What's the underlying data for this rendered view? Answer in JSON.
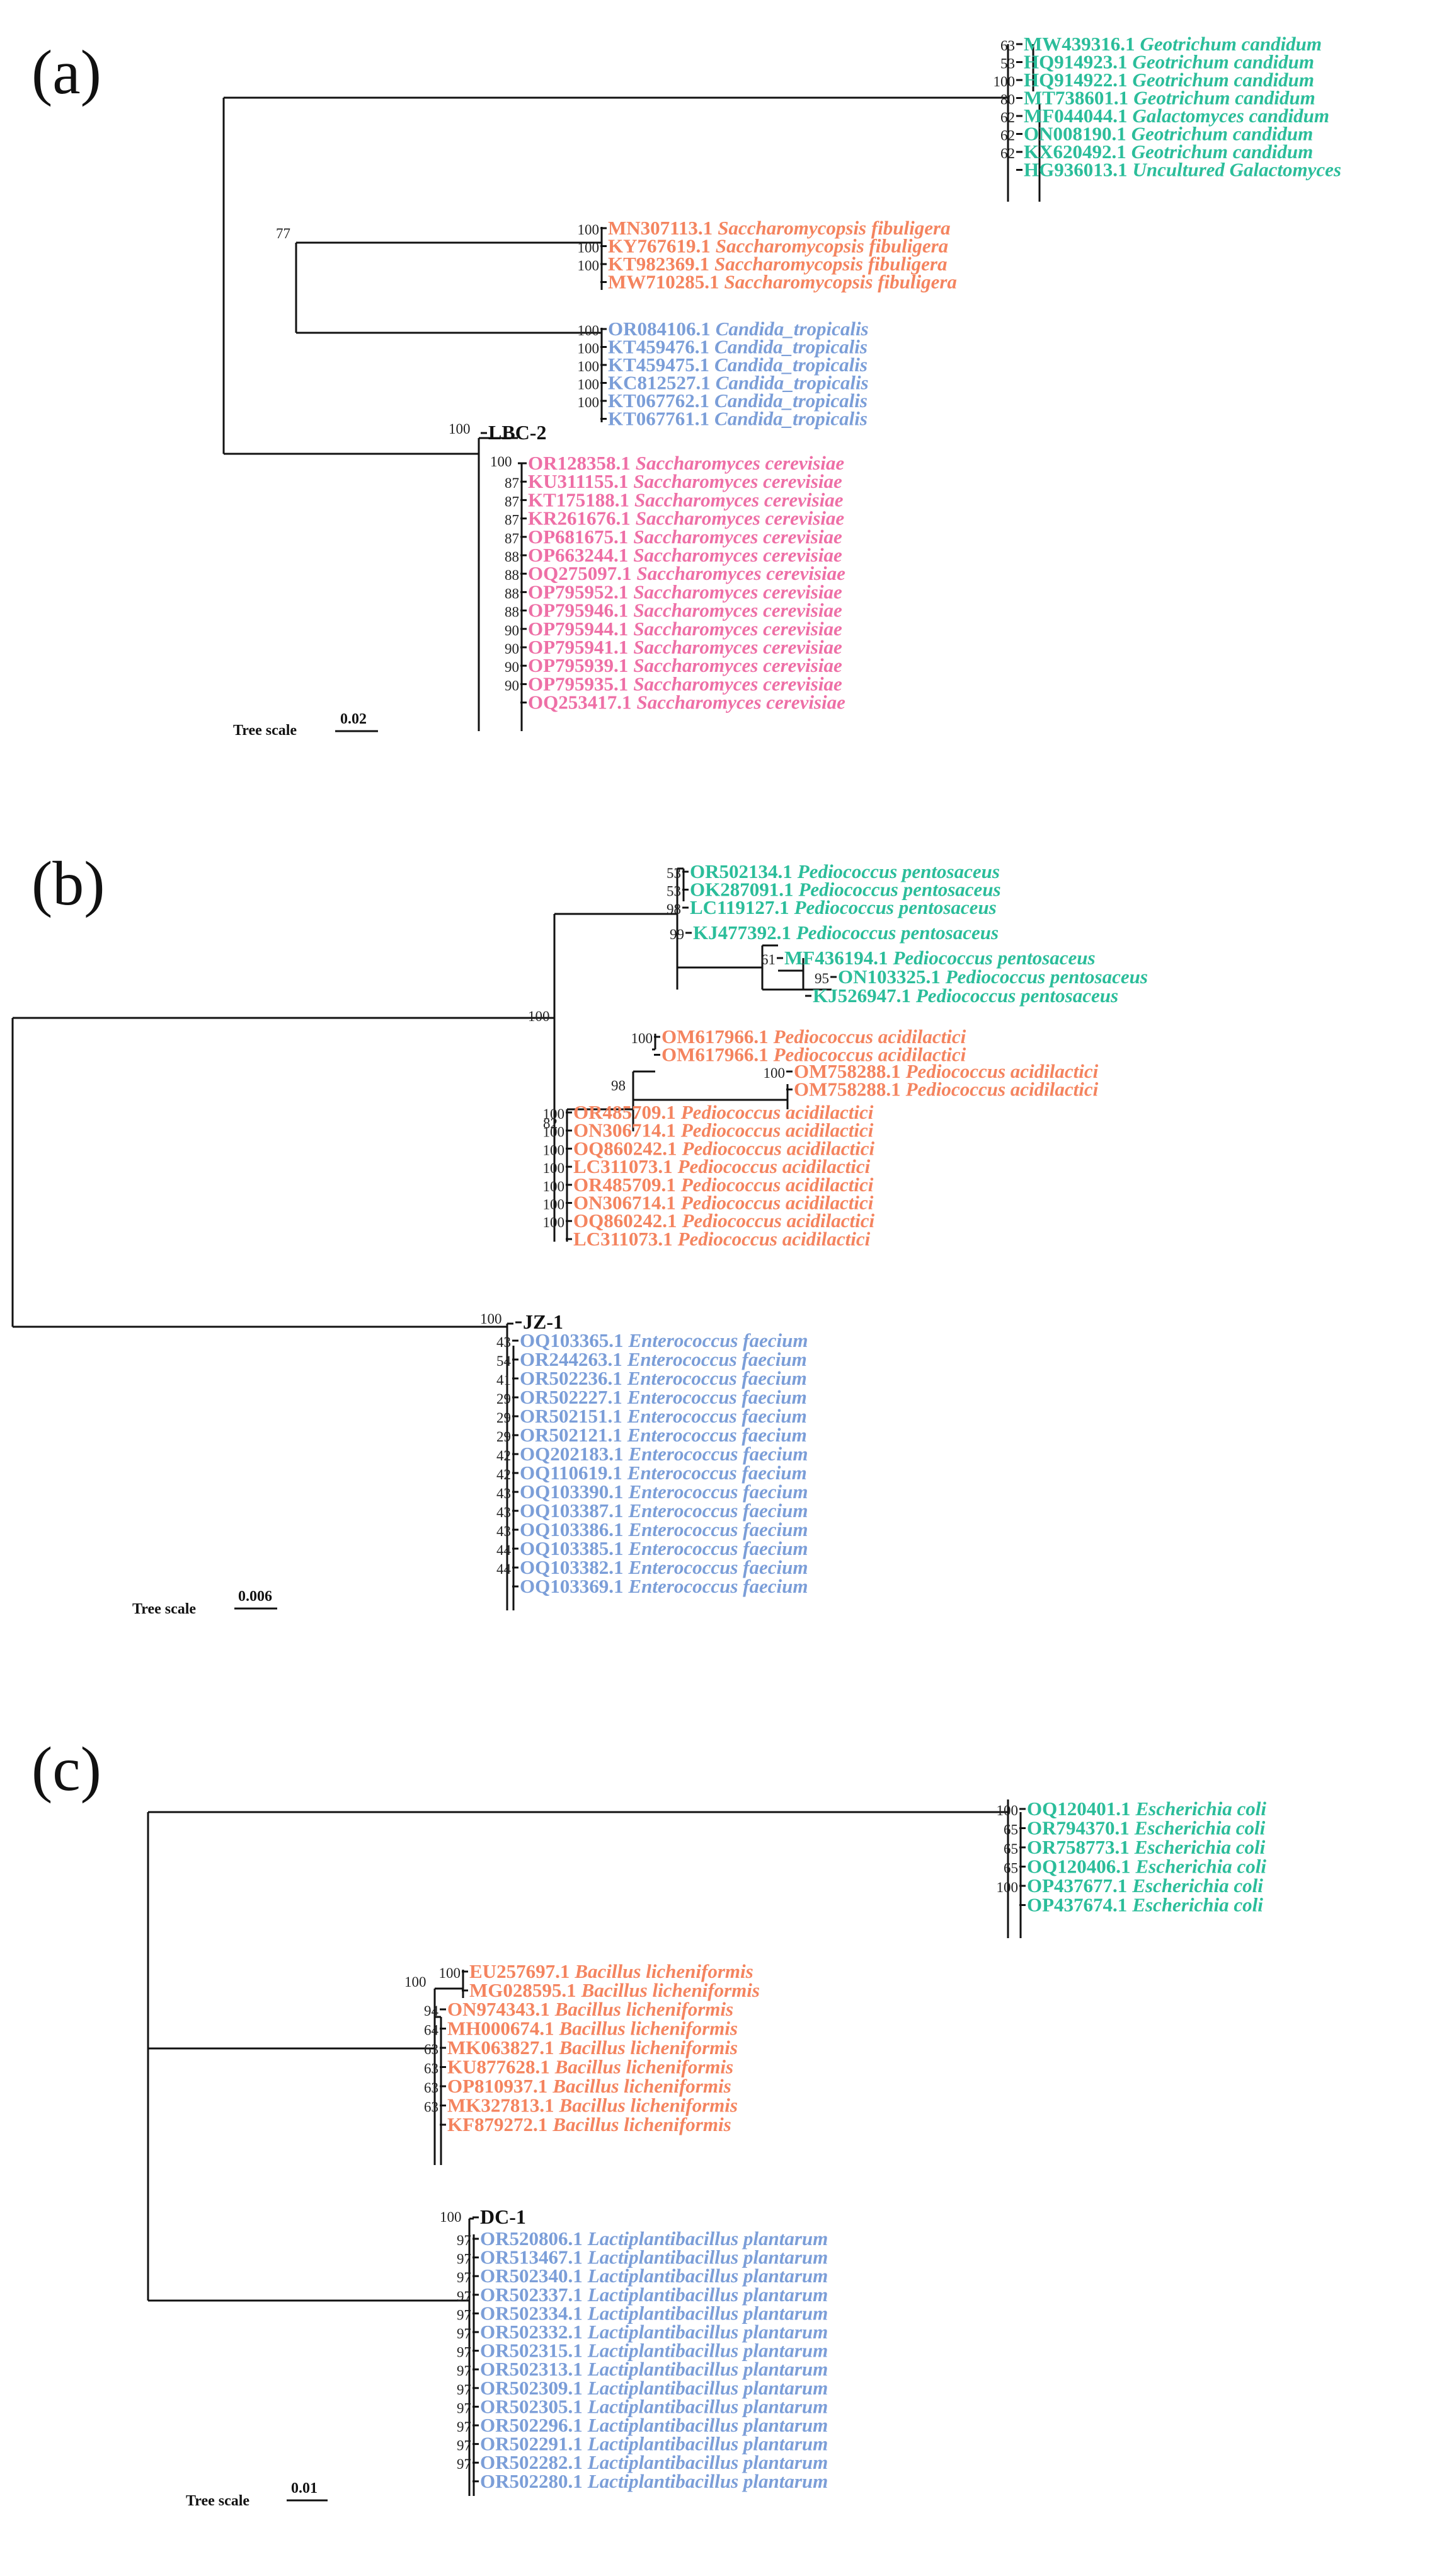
{
  "colors": {
    "teal": "#2bbd9a",
    "orange": "#f4845f",
    "blue": "#7b9ed8",
    "pink": "#ee6fa6",
    "black": "#111111"
  },
  "panels": [
    {
      "label": "(a)",
      "scale": {
        "title": "Tree scale",
        "value": "0.02"
      },
      "internal_support": [
        {
          "node": "candida_clade_root",
          "value": "77"
        },
        {
          "node": "lbc2_root",
          "value": "100"
        },
        {
          "node": "scer_root",
          "value": "100"
        }
      ],
      "leaves": [
        {
          "acc": "MW439316.1",
          "species": "Geotrichum candidum",
          "color": "#2bbd9a",
          "support": "63"
        },
        {
          "acc": "HQ914923.1",
          "species": "Geotrichum candidum",
          "color": "#2bbd9a",
          "support": "53"
        },
        {
          "acc": "HQ914922.1",
          "species": "Geotrichum candidum",
          "color": "#2bbd9a",
          "support": "100"
        },
        {
          "acc": "MT738601.1",
          "species": "Geotrichum candidum",
          "color": "#2bbd9a",
          "support": "80"
        },
        {
          "acc": "MF044044.1",
          "species": "Galactomyces candidum",
          "color": "#2bbd9a",
          "support": "62"
        },
        {
          "acc": "ON008190.1",
          "species": "Geotrichum candidum",
          "color": "#2bbd9a",
          "support": "62"
        },
        {
          "acc": "KX620492.1",
          "species": "Geotrichum candidum",
          "color": "#2bbd9a",
          "support": "62"
        },
        {
          "acc": "HG936013.1",
          "species": "Uncultured Galactomyces",
          "color": "#2bbd9a",
          "support": ""
        },
        {
          "acc": "MN307113.1",
          "species": "Saccharomycopsis fibuligera",
          "color": "#f4845f",
          "support": "100"
        },
        {
          "acc": "KY767619.1",
          "species": "Saccharomycopsis fibuligera",
          "color": "#f4845f",
          "support": "100"
        },
        {
          "acc": "KT982369.1",
          "species": "Saccharomycopsis fibuligera",
          "color": "#f4845f",
          "support": "100"
        },
        {
          "acc": "MW710285.1",
          "species": "Saccharomycopsis fibuligera",
          "color": "#f4845f",
          "support": ""
        },
        {
          "acc": "OR084106.1",
          "species": "Candida_tropicalis",
          "color": "#7b9ed8",
          "support": "100"
        },
        {
          "acc": "KT459476.1",
          "species": "Candida_tropicalis",
          "color": "#7b9ed8",
          "support": "100"
        },
        {
          "acc": "KT459475.1",
          "species": "Candida_tropicalis",
          "color": "#7b9ed8",
          "support": "100"
        },
        {
          "acc": "KC812527.1",
          "species": "Candida_tropicalis",
          "color": "#7b9ed8",
          "support": "100"
        },
        {
          "acc": "KT067762.1",
          "species": "Candida_tropicalis",
          "color": "#7b9ed8",
          "support": "100"
        },
        {
          "acc": "KT067761.1",
          "species": "Candida_tropicalis",
          "color": "#7b9ed8",
          "support": ""
        },
        {
          "acc": "LBC-2",
          "species": "",
          "color": "#111111",
          "support": ""
        },
        {
          "acc": "OR128358.1",
          "species": "Saccharomyces cerevisiae",
          "color": "#ee6fa6",
          "support": ""
        },
        {
          "acc": "KU311155.1",
          "species": "Saccharomyces cerevisiae",
          "color": "#ee6fa6",
          "support": "87"
        },
        {
          "acc": "KT175188.1",
          "species": "Saccharomyces cerevisiae",
          "color": "#ee6fa6",
          "support": "87"
        },
        {
          "acc": "KR261676.1",
          "species": "Saccharomyces cerevisiae",
          "color": "#ee6fa6",
          "support": "87"
        },
        {
          "acc": "OP681675.1",
          "species": "Saccharomyces cerevisiae",
          "color": "#ee6fa6",
          "support": "87"
        },
        {
          "acc": "OP663244.1",
          "species": "Saccharomyces cerevisiae",
          "color": "#ee6fa6",
          "support": "88"
        },
        {
          "acc": "OQ275097.1",
          "species": "Saccharomyces cerevisiae",
          "color": "#ee6fa6",
          "support": "88"
        },
        {
          "acc": "OP795952.1",
          "species": "Saccharomyces cerevisiae",
          "color": "#ee6fa6",
          "support": "88"
        },
        {
          "acc": "OP795946.1",
          "species": "Saccharomyces cerevisiae",
          "color": "#ee6fa6",
          "support": "88"
        },
        {
          "acc": "OP795944.1",
          "species": "Saccharomyces cerevisiae",
          "color": "#ee6fa6",
          "support": "90"
        },
        {
          "acc": "OP795941.1",
          "species": "Saccharomyces cerevisiae",
          "color": "#ee6fa6",
          "support": "90"
        },
        {
          "acc": "OP795939.1",
          "species": "Saccharomyces cerevisiae",
          "color": "#ee6fa6",
          "support": "90"
        },
        {
          "acc": "OP795935.1",
          "species": "Saccharomyces cerevisiae",
          "color": "#ee6fa6",
          "support": "90"
        },
        {
          "acc": "OQ253417.1",
          "species": "Saccharomyces cerevisiae",
          "color": "#ee6fa6",
          "support": ""
        }
      ]
    },
    {
      "label": "(b)",
      "scale": {
        "title": "Tree scale",
        "value": "0.006"
      },
      "internal_support": [
        {
          "node": "pedio_root",
          "value": "100"
        },
        {
          "node": "acid_root",
          "value": "82"
        },
        {
          "node": "acid_sub",
          "value": "98"
        },
        {
          "node": "jz1_root",
          "value": "100"
        }
      ],
      "leaves": [
        {
          "acc": "OR502134.1",
          "species": "Pediococcus pentosaceus",
          "color": "#2bbd9a",
          "support": "53"
        },
        {
          "acc": "OK287091.1",
          "species": "Pediococcus pentosaceus",
          "color": "#2bbd9a",
          "support": "53"
        },
        {
          "acc": "LC119127.1",
          "species": "Pediococcus pentosaceus",
          "color": "#2bbd9a",
          "support": "98"
        },
        {
          "acc": "KJ477392.1",
          "species": "Pediococcus pentosaceus",
          "color": "#2bbd9a",
          "support": "99"
        },
        {
          "acc": "MF436194.1",
          "species": "Pediococcus pentosaceus",
          "color": "#2bbd9a",
          "support": "61"
        },
        {
          "acc": "ON103325.1",
          "species": "Pediococcus pentosaceus",
          "color": "#2bbd9a",
          "support": "95"
        },
        {
          "acc": "KJ526947.1",
          "species": "Pediococcus pentosaceus",
          "color": "#2bbd9a",
          "support": ""
        },
        {
          "acc": "OM617966.1",
          "species": "Pediococcus acidilactici",
          "color": "#f4845f",
          "support": "100"
        },
        {
          "acc": "OM617966.1",
          "species": "Pediococcus acidilactici",
          "color": "#f4845f",
          "support": ""
        },
        {
          "acc": "OM758288.1",
          "species": "Pediococcus acidilactici",
          "color": "#f4845f",
          "support": "100"
        },
        {
          "acc": "OM758288.1",
          "species": "Pediococcus acidilactici",
          "color": "#f4845f",
          "support": ""
        },
        {
          "acc": "OR485709.1",
          "species": "Pediococcus acidilactici",
          "color": "#f4845f",
          "support": "100"
        },
        {
          "acc": "ON306714.1",
          "species": "Pediococcus acidilactici",
          "color": "#f4845f",
          "support": "100"
        },
        {
          "acc": "OQ860242.1",
          "species": "Pediococcus acidilactici",
          "color": "#f4845f",
          "support": "100"
        },
        {
          "acc": "LC311073.1",
          "species": "Pediococcus acidilactici",
          "color": "#f4845f",
          "support": "100"
        },
        {
          "acc": "OR485709.1",
          "species": "Pediococcus acidilactici",
          "color": "#f4845f",
          "support": "100"
        },
        {
          "acc": "ON306714.1",
          "species": "Pediococcus acidilactici",
          "color": "#f4845f",
          "support": "100"
        },
        {
          "acc": "OQ860242.1",
          "species": "Pediococcus acidilactici",
          "color": "#f4845f",
          "support": "100"
        },
        {
          "acc": "LC311073.1",
          "species": "Pediococcus acidilactici",
          "color": "#f4845f",
          "support": ""
        },
        {
          "acc": "JZ-1",
          "species": "",
          "color": "#111111",
          "support": ""
        },
        {
          "acc": "OQ103365.1",
          "species": "Enterococcus faecium",
          "color": "#7b9ed8",
          "support": "43"
        },
        {
          "acc": "OR244263.1",
          "species": "Enterococcus faecium",
          "color": "#7b9ed8",
          "support": "54"
        },
        {
          "acc": "OR502236.1",
          "species": "Enterococcus faecium",
          "color": "#7b9ed8",
          "support": "41"
        },
        {
          "acc": "OR502227.1",
          "species": "Enterococcus faecium",
          "color": "#7b9ed8",
          "support": "29"
        },
        {
          "acc": "OR502151.1",
          "species": "Enterococcus faecium",
          "color": "#7b9ed8",
          "support": "29"
        },
        {
          "acc": "OR502121.1",
          "species": "Enterococcus faecium",
          "color": "#7b9ed8",
          "support": "29"
        },
        {
          "acc": "OQ202183.1",
          "species": "Enterococcus faecium",
          "color": "#7b9ed8",
          "support": "42"
        },
        {
          "acc": "OQ110619.1",
          "species": "Enterococcus faecium",
          "color": "#7b9ed8",
          "support": "42"
        },
        {
          "acc": "OQ103390.1",
          "species": "Enterococcus faecium",
          "color": "#7b9ed8",
          "support": "43"
        },
        {
          "acc": "OQ103387.1",
          "species": "Enterococcus faecium",
          "color": "#7b9ed8",
          "support": "43"
        },
        {
          "acc": "OQ103386.1",
          "species": "Enterococcus faecium",
          "color": "#7b9ed8",
          "support": "43"
        },
        {
          "acc": "OQ103385.1",
          "species": "Enterococcus faecium",
          "color": "#7b9ed8",
          "support": "44"
        },
        {
          "acc": "OQ103382.1",
          "species": "Enterococcus faecium",
          "color": "#7b9ed8",
          "support": "44"
        },
        {
          "acc": "OQ103369.1",
          "species": "Enterococcus faecium",
          "color": "#7b9ed8",
          "support": ""
        }
      ]
    },
    {
      "label": "(c)",
      "scale": {
        "title": "Tree scale",
        "value": "0.01"
      },
      "internal_support": [
        {
          "node": "bacillus_root",
          "value": "100"
        },
        {
          "node": "dc1_root",
          "value": "100"
        }
      ],
      "leaves": [
        {
          "acc": "OQ120401.1",
          "species": "Escherichia coli",
          "color": "#2bbd9a",
          "support": "100"
        },
        {
          "acc": "OR794370.1",
          "species": "Escherichia coli",
          "color": "#2bbd9a",
          "support": "65"
        },
        {
          "acc": "OR758773.1",
          "species": "Escherichia coli",
          "color": "#2bbd9a",
          "support": "65"
        },
        {
          "acc": "OQ120406.1",
          "species": "Escherichia coli",
          "color": "#2bbd9a",
          "support": "65"
        },
        {
          "acc": "OP437677.1",
          "species": "Escherichia coli",
          "color": "#2bbd9a",
          "support": "100"
        },
        {
          "acc": "OP437674.1",
          "species": "Escherichia coli",
          "color": "#2bbd9a",
          "support": ""
        },
        {
          "acc": "EU257697.1",
          "species": "Bacillus licheniformis",
          "color": "#f4845f",
          "support": "100"
        },
        {
          "acc": "MG028595.1",
          "species": "Bacillus licheniformis",
          "color": "#f4845f",
          "support": ""
        },
        {
          "acc": "ON974343.1",
          "species": "Bacillus licheniformis",
          "color": "#f4845f",
          "support": "94"
        },
        {
          "acc": "MH000674.1",
          "species": "Bacillus licheniformis",
          "color": "#f4845f",
          "support": "64"
        },
        {
          "acc": "MK063827.1",
          "species": "Bacillus licheniformis",
          "color": "#f4845f",
          "support": "63"
        },
        {
          "acc": "KU877628.1",
          "species": "Bacillus licheniformis",
          "color": "#f4845f",
          "support": "63"
        },
        {
          "acc": "OP810937.1",
          "species": "Bacillus licheniformis",
          "color": "#f4845f",
          "support": "63"
        },
        {
          "acc": "MK327813.1",
          "species": "Bacillus licheniformis",
          "color": "#f4845f",
          "support": "63"
        },
        {
          "acc": "KF879272.1",
          "species": "Bacillus licheniformis",
          "color": "#f4845f",
          "support": ""
        },
        {
          "acc": "DC-1",
          "species": "",
          "color": "#111111",
          "support": ""
        },
        {
          "acc": "OR520806.1",
          "species": "Lactiplantibacillus plantarum",
          "color": "#7b9ed8",
          "support": "97"
        },
        {
          "acc": "OR513467.1",
          "species": "Lactiplantibacillus plantarum",
          "color": "#7b9ed8",
          "support": "97"
        },
        {
          "acc": "OR502340.1",
          "species": "Lactiplantibacillus plantarum",
          "color": "#7b9ed8",
          "support": "97"
        },
        {
          "acc": "OR502337.1",
          "species": "Lactiplantibacillus plantarum",
          "color": "#7b9ed8",
          "support": "97"
        },
        {
          "acc": "OR502334.1",
          "species": "Lactiplantibacillus plantarum",
          "color": "#7b9ed8",
          "support": "97"
        },
        {
          "acc": "OR502332.1",
          "species": "Lactiplantibacillus plantarum",
          "color": "#7b9ed8",
          "support": "97"
        },
        {
          "acc": "OR502315.1",
          "species": "Lactiplantibacillus plantarum",
          "color": "#7b9ed8",
          "support": "97"
        },
        {
          "acc": "OR502313.1",
          "species": "Lactiplantibacillus plantarum",
          "color": "#7b9ed8",
          "support": "97"
        },
        {
          "acc": "OR502309.1",
          "species": "Lactiplantibacillus plantarum",
          "color": "#7b9ed8",
          "support": "97"
        },
        {
          "acc": "OR502305.1",
          "species": "Lactiplantibacillus plantarum",
          "color": "#7b9ed8",
          "support": "97"
        },
        {
          "acc": "OR502296.1",
          "species": "Lactiplantibacillus plantarum",
          "color": "#7b9ed8",
          "support": "97"
        },
        {
          "acc": "OR502291.1",
          "species": "Lactiplantibacillus plantarum",
          "color": "#7b9ed8",
          "support": "97"
        },
        {
          "acc": "OR502282.1",
          "species": "Lactiplantibacillus plantarum",
          "color": "#7b9ed8",
          "support": "97"
        },
        {
          "acc": "OR502280.1",
          "species": "Lactiplantibacillus plantarum",
          "color": "#7b9ed8",
          "support": ""
        }
      ]
    }
  ]
}
